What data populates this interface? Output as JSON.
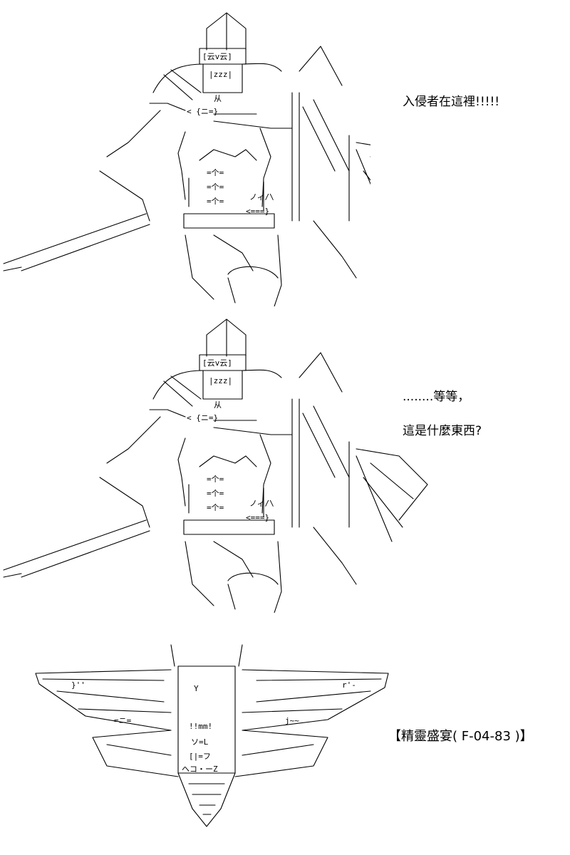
{
  "panels": [
    {
      "caption_lines": [
        "入侵者在這裡!!!!!"
      ]
    },
    {
      "caption_lines": [
        "........等等，",
        "這是什麼東西?"
      ]
    },
    {
      "caption_lines": [
        "【精靈盛宴( F-04-83 )】"
      ]
    }
  ],
  "figure_art": {
    "helmet_text": "[云v云]",
    "mouth_text": "|zzz|",
    "chin_text": "从",
    "collar_text": "< {ニ=}",
    "abs_text": [
      "=个=",
      "=个=",
      "=个="
    ],
    "belt_text": "<===}",
    "hand_text": "ノィ/\\"
  },
  "moth_art": {
    "body_text": [
      "Y",
      "!!mm!",
      "ソ=L",
      "[|=フ",
      "ヘコ・ーZ"
    ],
    "wing_text": [
      "}''",
      "r'-",
      "=ニ=",
      "j~~"
    ]
  }
}
